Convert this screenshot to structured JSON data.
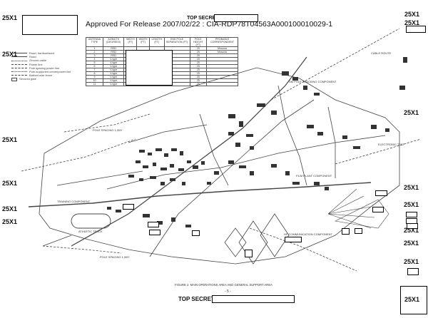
{
  "header": {
    "release_line": "Approved For Release 2007/02/22 : CIA-RDP78T04563A000100010029-1",
    "classification_top": "TOP SECRET",
    "classification_bottom": "TOP SECRET"
  },
  "margin_marks": {
    "top_left": "25X1",
    "left_1": "25X1",
    "left_2": "25X1",
    "left_3": "25X1",
    "left_4": "25X1",
    "left_5": "25X1",
    "right_1": "25X1",
    "right_2": "25X1",
    "right_3": "25X1",
    "right_4": "25X1",
    "right_5": "25X1",
    "right_6": "25X1",
    "right_7": "25X1",
    "right_8": "25X1",
    "bottom_right": "25X1"
  },
  "antenna_table": {
    "headers": [
      "ANTENNA TYPE",
      "AZIMUTH (DEGREES)",
      "WIDTH (FT)",
      "WIDTH (FT)",
      "LENGTH (FT)",
      "END POLE SEPARATION (FT)",
      "POLE HEIGHT (FT)",
      "PROBABLE CORRESPONDENT"
    ],
    "rows": [
      [
        "1",
        "RSD",
        "",
        "",
        "",
        "",
        "20",
        "Moscow"
      ],
      [
        "2",
        "RSD",
        "",
        "",
        "",
        "",
        "25",
        "Moscow"
      ],
      [
        "3",
        "RSD",
        "",
        "",
        "",
        "",
        "25",
        ""
      ],
      [
        "4",
        "V-type",
        "",
        "",
        "",
        "",
        "25",
        ""
      ],
      [
        "5",
        "V-type",
        "",
        "",
        "",
        "",
        "25",
        ""
      ],
      [
        "6",
        "V-type",
        "",
        "",
        "",
        "",
        "25",
        ""
      ],
      [
        "7",
        "V-type",
        "",
        "",
        "",
        "",
        "25",
        ""
      ],
      [
        "8",
        "V-type",
        "",
        "",
        "",
        "",
        "25",
        ""
      ],
      [
        "9",
        "V-type",
        "",
        "",
        "",
        "",
        "25",
        ""
      ],
      [
        "10",
        "V-type",
        "",
        "",
        "",
        "",
        "25",
        ""
      ],
      [
        "11",
        "V-type",
        "",
        "",
        "",
        "",
        "25",
        ""
      ]
    ]
  },
  "legend": [
    "Road, hardsurfaced",
    "Road",
    "Ground cable",
    "Power line",
    "Pole spacing power line",
    "Pole-supported comm/power line",
    "Barbed wire fence",
    "Secured gate"
  ],
  "map_labels": {
    "tracking_component": "SM POLE TRACKING COMPONENT",
    "cable_route": "CABLE ROUTE",
    "comm_component": "HF COMMUNICATION COMPONENT",
    "film_component": "FILM PLANT COMPONENT",
    "electronic_test": "ELECTRONIC TEST",
    "training_component": "TRAINING COMPONENT",
    "athletic_track": "ATHLETIC TRACK",
    "pole_spacing_1": "POLE SPACING 1,000'",
    "pole_spacing_2": "POLE SPACING 1,500'"
  },
  "caption": "FIGURE 2.  MAIN OPERATIONS AREA AND GENERAL SUPPORT AREA",
  "page_number": "- 5 -"
}
